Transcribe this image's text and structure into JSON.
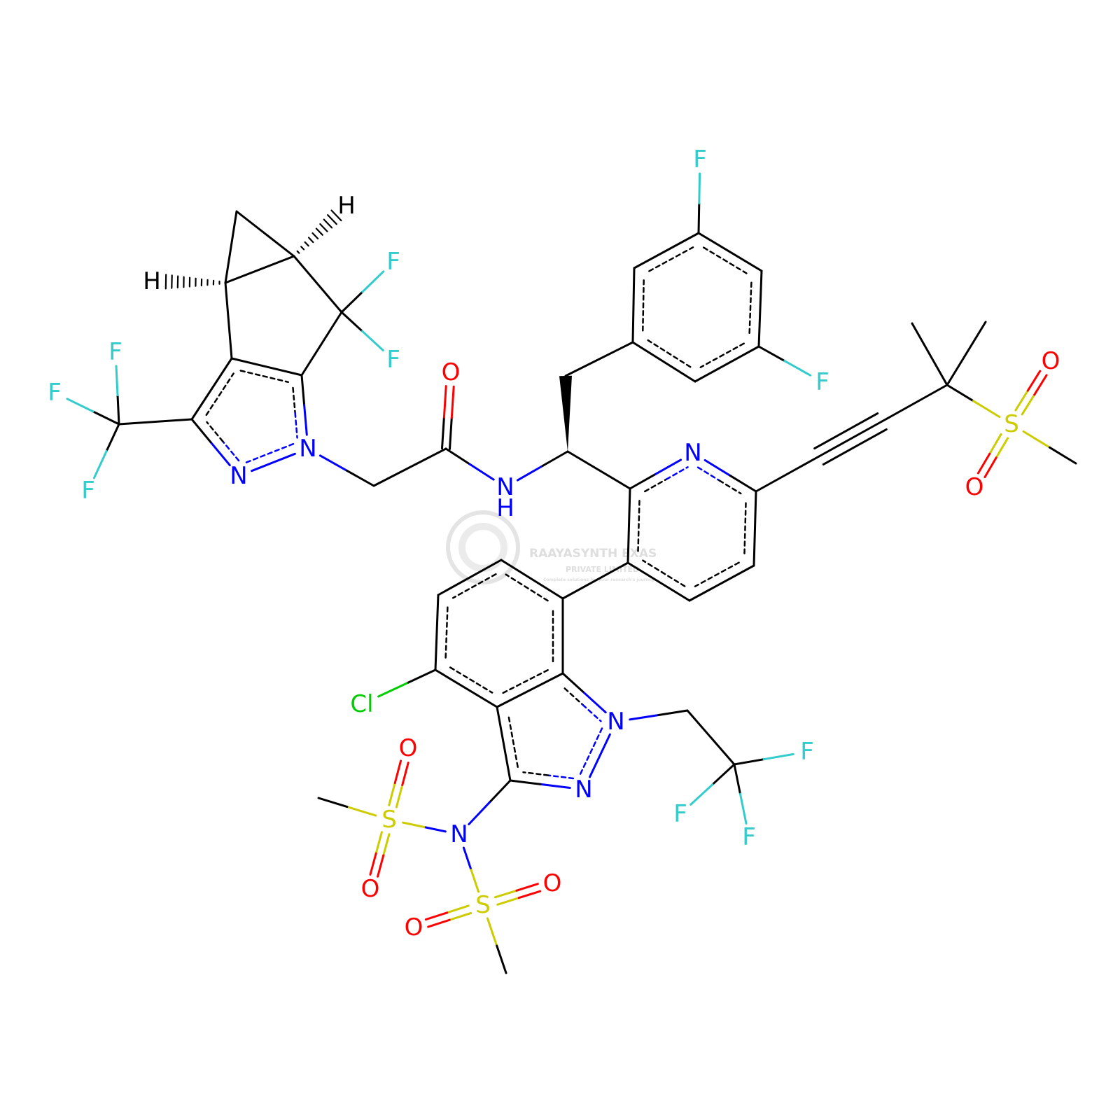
{
  "molecule": {
    "atom_colors": {
      "C": "#000000",
      "N": "#0000ff",
      "O": "#ff0000",
      "F": "#33cccc",
      "S": "#cccc00",
      "Cl": "#00cc00",
      "H": "#000000"
    },
    "atoms": [
      {
        "id": "C_cp_top",
        "el": "C"
      },
      {
        "id": "C_cp_left",
        "el": "C"
      },
      {
        "id": "C_cp_right",
        "el": "C"
      },
      {
        "id": "C_cf2",
        "el": "C"
      },
      {
        "id": "C_pz_a",
        "el": "C"
      },
      {
        "id": "C_pz_b",
        "el": "C"
      },
      {
        "id": "C_pz_cf3",
        "el": "C"
      },
      {
        "id": "N_pz_2",
        "el": "N",
        "label": "N"
      },
      {
        "id": "N_pz_1",
        "el": "N",
        "label": "N"
      },
      {
        "id": "C_cf3",
        "el": "C"
      },
      {
        "id": "F_a",
        "el": "F",
        "label": "F"
      },
      {
        "id": "F_b",
        "el": "F",
        "label": "F"
      },
      {
        "id": "F_c",
        "el": "F",
        "label": "F"
      },
      {
        "id": "F_d",
        "el": "F",
        "label": "F"
      },
      {
        "id": "F_e",
        "el": "F",
        "label": "F"
      },
      {
        "id": "H_left",
        "el": "H",
        "label": "H"
      },
      {
        "id": "H_right",
        "el": "H",
        "label": "H"
      },
      {
        "id": "C_ch2",
        "el": "C"
      },
      {
        "id": "C_co",
        "el": "C"
      },
      {
        "id": "O_amide",
        "el": "O",
        "label": "O"
      },
      {
        "id": "N_amide",
        "el": "N",
        "label": "N",
        "sub": "H"
      },
      {
        "id": "C_star",
        "el": "C"
      },
      {
        "id": "C_bn",
        "el": "C"
      },
      {
        "id": "C_ph1",
        "el": "C"
      },
      {
        "id": "C_ph2",
        "el": "C"
      },
      {
        "id": "C_ph3",
        "el": "C"
      },
      {
        "id": "C_ph4",
        "el": "C"
      },
      {
        "id": "C_ph5",
        "el": "C"
      },
      {
        "id": "C_ph6",
        "el": "C"
      },
      {
        "id": "F_ph_top",
        "el": "F",
        "label": "F"
      },
      {
        "id": "F_ph_right",
        "el": "F",
        "label": "F"
      },
      {
        "id": "C_py2",
        "el": "C"
      },
      {
        "id": "N_py",
        "el": "N",
        "label": "N"
      },
      {
        "id": "C_py6",
        "el": "C"
      },
      {
        "id": "C_py5",
        "el": "C"
      },
      {
        "id": "C_py4",
        "el": "C"
      },
      {
        "id": "C_py3",
        "el": "C"
      },
      {
        "id": "C_yne1",
        "el": "C"
      },
      {
        "id": "C_yne2",
        "el": "C"
      },
      {
        "id": "C_quat",
        "el": "C"
      },
      {
        "id": "C_me1",
        "el": "C"
      },
      {
        "id": "C_me2",
        "el": "C"
      },
      {
        "id": "S_top",
        "el": "S",
        "label": "S"
      },
      {
        "id": "O_st1",
        "el": "O",
        "label": "O"
      },
      {
        "id": "O_st2",
        "el": "O",
        "label": "O"
      },
      {
        "id": "C_sme_top",
        "el": "C"
      },
      {
        "id": "C_in7",
        "el": "C"
      },
      {
        "id": "C_in6",
        "el": "C"
      },
      {
        "id": "C_in5",
        "el": "C"
      },
      {
        "id": "C_in4",
        "el": "C"
      },
      {
        "id": "C_in3a",
        "el": "C"
      },
      {
        "id": "C_in7a",
        "el": "C"
      },
      {
        "id": "N_in1",
        "el": "N",
        "label": "N"
      },
      {
        "id": "N_in2",
        "el": "N",
        "label": "N"
      },
      {
        "id": "C_in3",
        "el": "C"
      },
      {
        "id": "Cl",
        "el": "Cl",
        "label": "Cl"
      },
      {
        "id": "C_tfe1",
        "el": "C"
      },
      {
        "id": "C_tfe2",
        "el": "C"
      },
      {
        "id": "F_tfe1",
        "el": "F",
        "label": "F"
      },
      {
        "id": "F_tfe2",
        "el": "F",
        "label": "F"
      },
      {
        "id": "F_tfe3",
        "el": "F",
        "label": "F"
      },
      {
        "id": "N_sulf",
        "el": "N",
        "label": "N"
      },
      {
        "id": "S_a",
        "el": "S",
        "label": "S"
      },
      {
        "id": "O_a1",
        "el": "O",
        "label": "O"
      },
      {
        "id": "O_a2",
        "el": "O",
        "label": "O"
      },
      {
        "id": "C_sa_me",
        "el": "C"
      },
      {
        "id": "S_b",
        "el": "S",
        "label": "S"
      },
      {
        "id": "O_b1",
        "el": "O",
        "label": "O"
      },
      {
        "id": "O_b2",
        "el": "O",
        "label": "O"
      },
      {
        "id": "C_sb_me",
        "el": "C"
      }
    ],
    "bonds": [
      {
        "a": "C_cp_top",
        "b": "C_cp_left",
        "type": "single"
      },
      {
        "a": "C_cp_top",
        "b": "C_cp_right",
        "type": "single"
      },
      {
        "a": "C_cp_left",
        "b": "C_cp_right",
        "type": "single"
      },
      {
        "a": "C_cp_right",
        "b": "C_cf2",
        "type": "single"
      },
      {
        "a": "C_cp_left",
        "b": "C_pz_a",
        "type": "single"
      },
      {
        "a": "C_cf2",
        "b": "C_pz_b",
        "type": "single"
      },
      {
        "a": "C_cf2",
        "b": "F_a",
        "type": "single"
      },
      {
        "a": "C_cf2",
        "b": "F_b",
        "type": "single"
      },
      {
        "a": "C_pz_a",
        "b": "C_pz_b",
        "type": "aromatic",
        "in": "right"
      },
      {
        "a": "C_pz_b",
        "b": "N_pz_1",
        "type": "aromatic",
        "in": "left"
      },
      {
        "a": "N_pz_1",
        "b": "N_pz_2",
        "type": "aromatic",
        "in": "left"
      },
      {
        "a": "N_pz_2",
        "b": "C_pz_cf3",
        "type": "aromatic",
        "in": "left"
      },
      {
        "a": "C_pz_cf3",
        "b": "C_pz_a",
        "type": "aromatic",
        "in": "left"
      },
      {
        "a": "C_pz_cf3",
        "b": "C_cf3",
        "type": "single"
      },
      {
        "a": "C_cf3",
        "b": "F_c",
        "type": "single"
      },
      {
        "a": "C_cf3",
        "b": "F_d",
        "type": "single"
      },
      {
        "a": "C_cf3",
        "b": "F_e",
        "type": "single"
      },
      {
        "a": "C_cp_left",
        "b": "H_left",
        "type": "hash"
      },
      {
        "a": "C_cp_right",
        "b": "H_right",
        "type": "hash"
      },
      {
        "a": "N_pz_1",
        "b": "C_ch2",
        "type": "single"
      },
      {
        "a": "C_ch2",
        "b": "C_co",
        "type": "single"
      },
      {
        "a": "C_co",
        "b": "O_amide",
        "type": "double",
        "side": "left"
      },
      {
        "a": "C_co",
        "b": "N_amide",
        "type": "single"
      },
      {
        "a": "N_amide",
        "b": "C_star",
        "type": "single"
      },
      {
        "a": "C_star",
        "b": "C_bn",
        "type": "wedge"
      },
      {
        "a": "C_bn",
        "b": "C_ph1",
        "type": "single"
      },
      {
        "a": "C_ph1",
        "b": "C_ph2",
        "type": "aromatic",
        "in": "right"
      },
      {
        "a": "C_ph2",
        "b": "C_ph3",
        "type": "aromatic",
        "in": "right"
      },
      {
        "a": "C_ph3",
        "b": "C_ph4",
        "type": "aromatic",
        "in": "right"
      },
      {
        "a": "C_ph4",
        "b": "C_ph5",
        "type": "aromatic",
        "in": "right"
      },
      {
        "a": "C_ph5",
        "b": "C_ph6",
        "type": "aromatic",
        "in": "right"
      },
      {
        "a": "C_ph6",
        "b": "C_ph1",
        "type": "aromatic",
        "in": "right"
      },
      {
        "a": "C_ph3",
        "b": "F_ph_top",
        "type": "single"
      },
      {
        "a": "C_ph5",
        "b": "F_ph_right",
        "type": "single"
      },
      {
        "a": "C_star",
        "b": "C_py2",
        "type": "single"
      },
      {
        "a": "C_py2",
        "b": "N_py",
        "type": "aromatic",
        "in": "right"
      },
      {
        "a": "N_py",
        "b": "C_py6",
        "type": "aromatic",
        "in": "right"
      },
      {
        "a": "C_py6",
        "b": "C_py5",
        "type": "aromatic",
        "in": "right"
      },
      {
        "a": "C_py5",
        "b": "C_py4",
        "type": "aromatic",
        "in": "right"
      },
      {
        "a": "C_py4",
        "b": "C_py3",
        "type": "aromatic",
        "in": "right"
      },
      {
        "a": "C_py3",
        "b": "C_py2",
        "type": "aromatic",
        "in": "right"
      },
      {
        "a": "C_py6",
        "b": "C_yne1",
        "type": "single"
      },
      {
        "a": "C_yne1",
        "b": "C_yne2",
        "type": "triple"
      },
      {
        "a": "C_yne2",
        "b": "C_quat",
        "type": "single"
      },
      {
        "a": "C_quat",
        "b": "C_me1",
        "type": "single"
      },
      {
        "a": "C_quat",
        "b": "C_me2",
        "type": "single"
      },
      {
        "a": "C_quat",
        "b": "S_top",
        "type": "single"
      },
      {
        "a": "S_top",
        "b": "O_st1",
        "type": "double",
        "side": "center"
      },
      {
        "a": "S_top",
        "b": "O_st2",
        "type": "double",
        "side": "center"
      },
      {
        "a": "S_top",
        "b": "C_sme_top",
        "type": "single"
      },
      {
        "a": "C_py3",
        "b": "C_in7",
        "type": "single"
      },
      {
        "a": "C_in7",
        "b": "C_in6",
        "type": "aromatic",
        "in": "left"
      },
      {
        "a": "C_in6",
        "b": "C_in5",
        "type": "aromatic",
        "in": "left"
      },
      {
        "a": "C_in5",
        "b": "C_in4",
        "type": "aromatic",
        "in": "left"
      },
      {
        "a": "C_in4",
        "b": "C_in3a",
        "type": "aromatic",
        "in": "left"
      },
      {
        "a": "C_in3a",
        "b": "C_in7a",
        "type": "aromatic",
        "in": "left"
      },
      {
        "a": "C_in7a",
        "b": "C_in7",
        "type": "aromatic",
        "in": "left"
      },
      {
        "a": "C_in7a",
        "b": "N_in1",
        "type": "aromatic",
        "in": "right"
      },
      {
        "a": "N_in1",
        "b": "N_in2",
        "type": "aromatic",
        "in": "right"
      },
      {
        "a": "N_in2",
        "b": "C_in3",
        "type": "aromatic",
        "in": "right"
      },
      {
        "a": "C_in3",
        "b": "C_in3a",
        "type": "aromatic",
        "in": "right"
      },
      {
        "a": "C_in4",
        "b": "Cl",
        "type": "single"
      },
      {
        "a": "N_in1",
        "b": "C_tfe1",
        "type": "single"
      },
      {
        "a": "C_tfe1",
        "b": "C_tfe2",
        "type": "single"
      },
      {
        "a": "C_tfe2",
        "b": "F_tfe1",
        "type": "single"
      },
      {
        "a": "C_tfe2",
        "b": "F_tfe2",
        "type": "single"
      },
      {
        "a": "C_tfe2",
        "b": "F_tfe3",
        "type": "single"
      },
      {
        "a": "C_in3",
        "b": "N_sulf",
        "type": "single"
      },
      {
        "a": "N_sulf",
        "b": "S_a",
        "type": "single"
      },
      {
        "a": "S_a",
        "b": "O_a1",
        "type": "double",
        "side": "center"
      },
      {
        "a": "S_a",
        "b": "O_a2",
        "type": "double",
        "side": "center"
      },
      {
        "a": "S_a",
        "b": "C_sa_me",
        "type": "single"
      },
      {
        "a": "N_sulf",
        "b": "S_b",
        "type": "single"
      },
      {
        "a": "S_b",
        "b": "O_b1",
        "type": "double",
        "side": "center"
      },
      {
        "a": "S_b",
        "b": "O_b2",
        "type": "double",
        "side": "center"
      },
      {
        "a": "S_b",
        "b": "C_sb_me",
        "type": "single"
      }
    ]
  },
  "watermark": {
    "line1": "RAAYASYNTH  EXAS",
    "line2": "PRIVATE LIMITED",
    "line3": "Complete solutions for your research's journey"
  }
}
